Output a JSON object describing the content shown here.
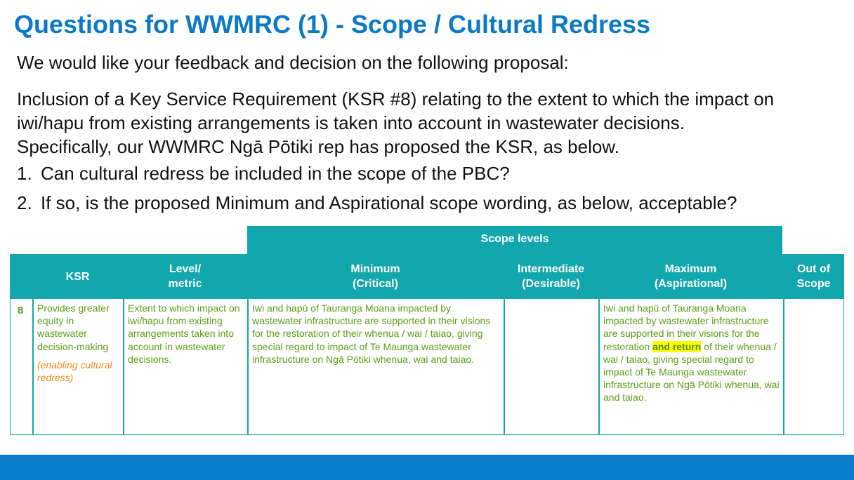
{
  "title": "Questions for WWMRC (1) - Scope / Cultural Redress",
  "intro": "We would like your feedback and decision on the following proposal:",
  "proposal_lines": [
    "Inclusion of a Key Service Requirement (KSR #8) relating to the extent to which the impact on",
    "iwi/hapu from existing arrangements is taken into account in wastewater decisions.",
    "Specifically, our WWMRC Ngā Pōtiki rep has proposed the KSR, as below."
  ],
  "questions": [
    {
      "num": "1.",
      "text": "Can cultural redress be included in the scope of the PBC?"
    },
    {
      "num": "2.",
      "text": "If so, is the proposed Minimum and Aspirational scope wording, as below, acceptable?"
    }
  ],
  "table": {
    "scope_levels_label": "Scope levels",
    "headers": {
      "ksr": "KSR",
      "level_1": "Level/",
      "level_2": "metric",
      "minimum_1": "Minimum",
      "minimum_2": "(Critical)",
      "intermediate_1": "Intermediate",
      "intermediate_2": "(Desirable)",
      "maximum_1": "Maximum",
      "maximum_2": "(Aspirational)",
      "out_1": "Out of",
      "out_2": "Scope"
    },
    "row": {
      "number": "8",
      "ksr_text": "Provides greater equity in wastewater decision-making",
      "ksr_note": "(enabling cultural redress)",
      "level_metric": "Extent to which impact on iwi/hapu from existing arrangements taken into account in wastewater decisions.",
      "minimum": "Iwi and hapū of Tauranga Moana impacted by wastewater infrastructure are supported in their visions for the restoration of their whenua / wai / taiao, giving special regard to impact of Te Maunga wastewater infrastructure on Ngā Pōtiki whenua, wai and taiao.",
      "intermediate": "",
      "maximum_before": "Iwi and hapū of Tauranga Moana impacted by wastewater infrastructure are supported in their visions for the restoration ",
      "maximum_highlight": "and return",
      "maximum_after": " of their whenua / wai / taiao, giving special regard to impact of Te Maunga wastewater infrastructure on Ngā Pōtiki whenua, wai and taiao.",
      "out_of_scope": ""
    }
  },
  "colors": {
    "title": "#0b79c4",
    "table_header": "#12a7ac",
    "body_text": "#5a9e16",
    "note_text": "#f08a1e",
    "highlight": "#ffff00",
    "footer": "#0b7fcd"
  }
}
